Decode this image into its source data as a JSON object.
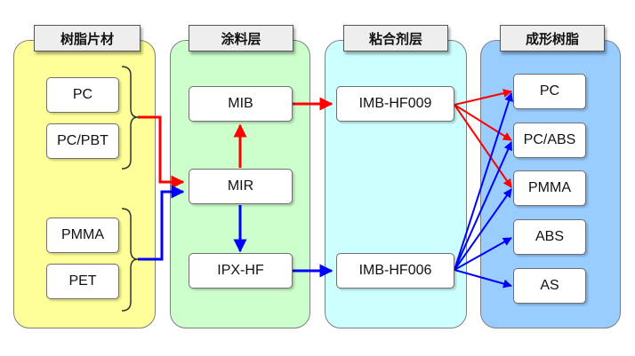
{
  "columns": {
    "resin_sheet": {
      "header": "树脂片材",
      "bg": "#ffff99",
      "items": [
        "PC",
        "PC/PBT",
        "PMMA",
        "PET"
      ]
    },
    "coating": {
      "header": "涂料层",
      "bg": "#ccffcc",
      "items": {
        "mib": "MIB",
        "mir": "MIR",
        "ipx": "IPX-HF"
      }
    },
    "adhesive": {
      "header": "粘合剂层",
      "bg": "#ccffff",
      "items": {
        "hf009": "IMB-HF009",
        "hf006": "IMB-HF006"
      }
    },
    "molding": {
      "header": "成形树脂",
      "bg": "#99ccff",
      "items": [
        "PC",
        "PC/ABS",
        "PMMA",
        "ABS",
        "AS"
      ]
    }
  },
  "colors": {
    "red_arrow": "#ff0000",
    "blue_arrow": "#0000ff"
  },
  "connections": [
    {
      "from": "PC, PC/PBT",
      "to": "MIR",
      "color": "red"
    },
    {
      "from": "PMMA, PET",
      "to": "MIR",
      "color": "blue"
    },
    {
      "from": "MIR",
      "to": "MIB",
      "color": "red"
    },
    {
      "from": "MIR",
      "to": "IPX-HF",
      "color": "blue"
    },
    {
      "from": "MIB",
      "to": "IMB-HF009",
      "color": "red"
    },
    {
      "from": "IPX-HF",
      "to": "IMB-HF006",
      "color": "blue"
    },
    {
      "from": "IMB-HF009",
      "to": "PC, PC/ABS, PMMA",
      "color": "red"
    },
    {
      "from": "IMB-HF006",
      "to": "PC, PC/ABS, PMMA, ABS, AS",
      "color": "blue"
    }
  ]
}
